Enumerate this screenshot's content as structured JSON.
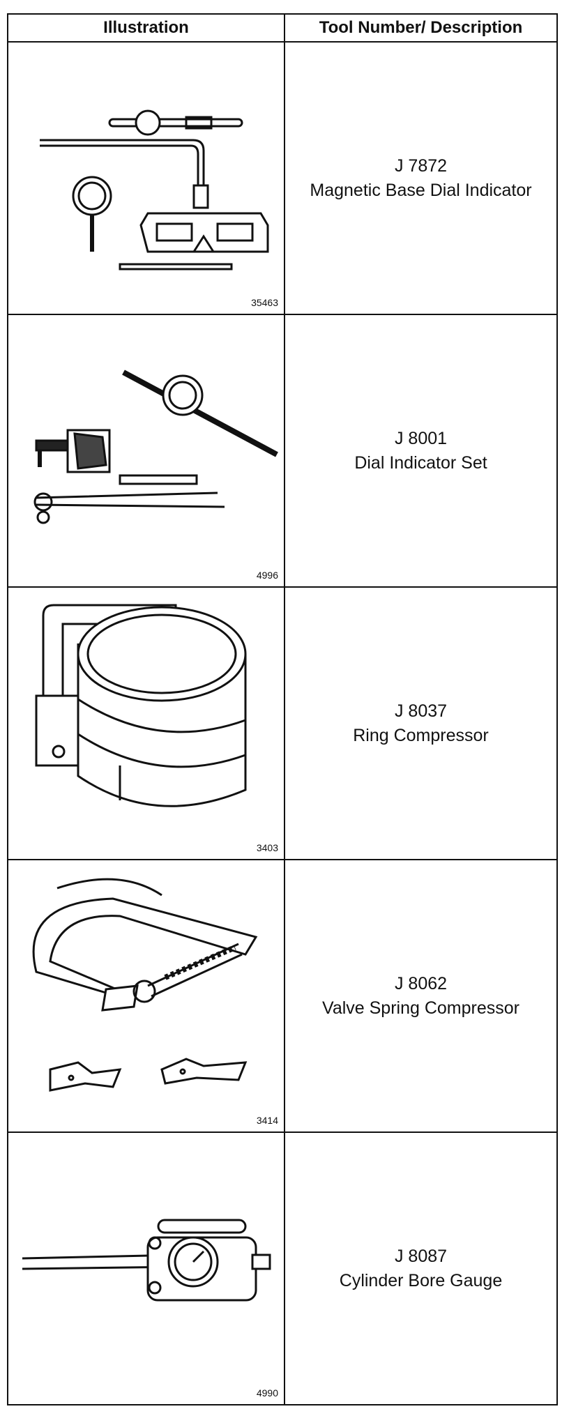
{
  "headers": {
    "illustration": "Illustration",
    "description": "Tool Number/ Description"
  },
  "rows": [
    {
      "figure_number": "35463",
      "tool_number": "J 7872",
      "description": "Magnetic Base Dial Indicator",
      "icon": "magnetic-base-dial-indicator-icon"
    },
    {
      "figure_number": "4996",
      "tool_number": "J 8001",
      "description": "Dial Indicator Set",
      "icon": "dial-indicator-set-icon"
    },
    {
      "figure_number": "3403",
      "tool_number": "J 8037",
      "description": "Ring Compressor",
      "icon": "ring-compressor-icon"
    },
    {
      "figure_number": "3414",
      "tool_number": "J 8062",
      "description": "Valve Spring Compressor",
      "icon": "valve-spring-compressor-icon"
    },
    {
      "figure_number": "4990",
      "tool_number": "J 8087",
      "description": "Cylinder Bore Gauge",
      "icon": "cylinder-bore-gauge-icon"
    }
  ]
}
